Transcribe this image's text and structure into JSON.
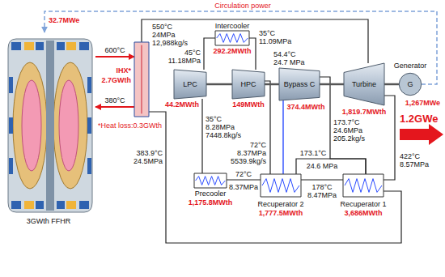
{
  "diagram": {
    "nodes": [
      {
        "text": [
          "3GWth FFHR"
        ]
      },
      {
        "text": [
          "IHX*",
          "2.7GWth"
        ]
      },
      {
        "text": [
          "Intercooler",
          "292.2MWth"
        ]
      },
      {
        "text": [
          "LPC"
        ]
      },
      {
        "text": [
          "HPC"
        ]
      },
      {
        "text": [
          "Bypass C"
        ]
      },
      {
        "text": [
          "Turbine"
        ]
      },
      {
        "text": [
          "Generator",
          "G"
        ]
      },
      {
        "text": [
          "Precooler",
          "1,175.8MWth"
        ]
      },
      {
        "text": [
          "Recuperator 2",
          "1,777.5MWth"
        ]
      },
      {
        "text": [
          "Recuperator 1",
          "3,686MWth"
        ]
      }
    ],
    "edges": [
      {
        "from": 0,
        "to": 1,
        "arrow": "to",
        "label": "600°C"
      },
      {
        "from": 1,
        "to": 0,
        "arrow": "to",
        "label": "380°C"
      },
      {
        "from": 1,
        "to": 6,
        "arrow": "none"
      },
      {
        "from": 6,
        "to": 7,
        "arrow": "none"
      },
      {
        "from": 6,
        "to": 10,
        "arrow": "none"
      },
      {
        "from": 10,
        "to": 9,
        "arrow": "none"
      },
      {
        "from": 9,
        "to": 8,
        "arrow": "none"
      },
      {
        "from": 8,
        "to": 3,
        "arrow": "none"
      },
      {
        "from": 3,
        "to": 2,
        "arrow": "none"
      },
      {
        "from": 2,
        "to": 4,
        "arrow": "none"
      },
      {
        "from": 4,
        "to": 9,
        "arrow": "none"
      },
      {
        "from": 9,
        "to": 10,
        "arrow": "none"
      },
      {
        "from": 10,
        "to": 1,
        "arrow": "none"
      },
      {
        "from": 9,
        "to": 5,
        "arrow": "none"
      },
      {
        "from": 5,
        "to": 10,
        "arrow": "none"
      },
      {
        "from": 3,
        "to": 4,
        "arrow": "none"
      },
      {
        "from": 4,
        "to": 5,
        "arrow": "none"
      },
      {
        "from": 5,
        "to": 6,
        "arrow": "none"
      },
      {
        "from": 7,
        "to": 0,
        "arrow": "to",
        "label": "Circulation power"
      }
    ],
    "labels": [
      "550°C",
      "24MPa",
      "12,988kg/s",
      "383.9°C",
      "24.5MPa",
      "*Heat loss:0.3GWth",
      "32.7MWe",
      "54.4°C",
      "24.7 MPa",
      "45°C",
      "11.18MPa",
      "35°C",
      "11.09MPa",
      "44.2MWth",
      "149MWth",
      "374.4MWth",
      "1,819.7MWth",
      "1,267MWe",
      "1.2GWe",
      "35°C",
      "8.28MPa",
      "7448.8kg/s",
      "72°C",
      "8.37MPa",
      "5539.9kg/s",
      "173.7°C",
      "24.6MPa",
      "205.2kg/s",
      "422°C",
      "8.57MPa",
      "173.1°C",
      "24.6 MPa",
      "72°C",
      "8.37MPa",
      "178°C",
      "8.47MPa"
    ]
  }
}
